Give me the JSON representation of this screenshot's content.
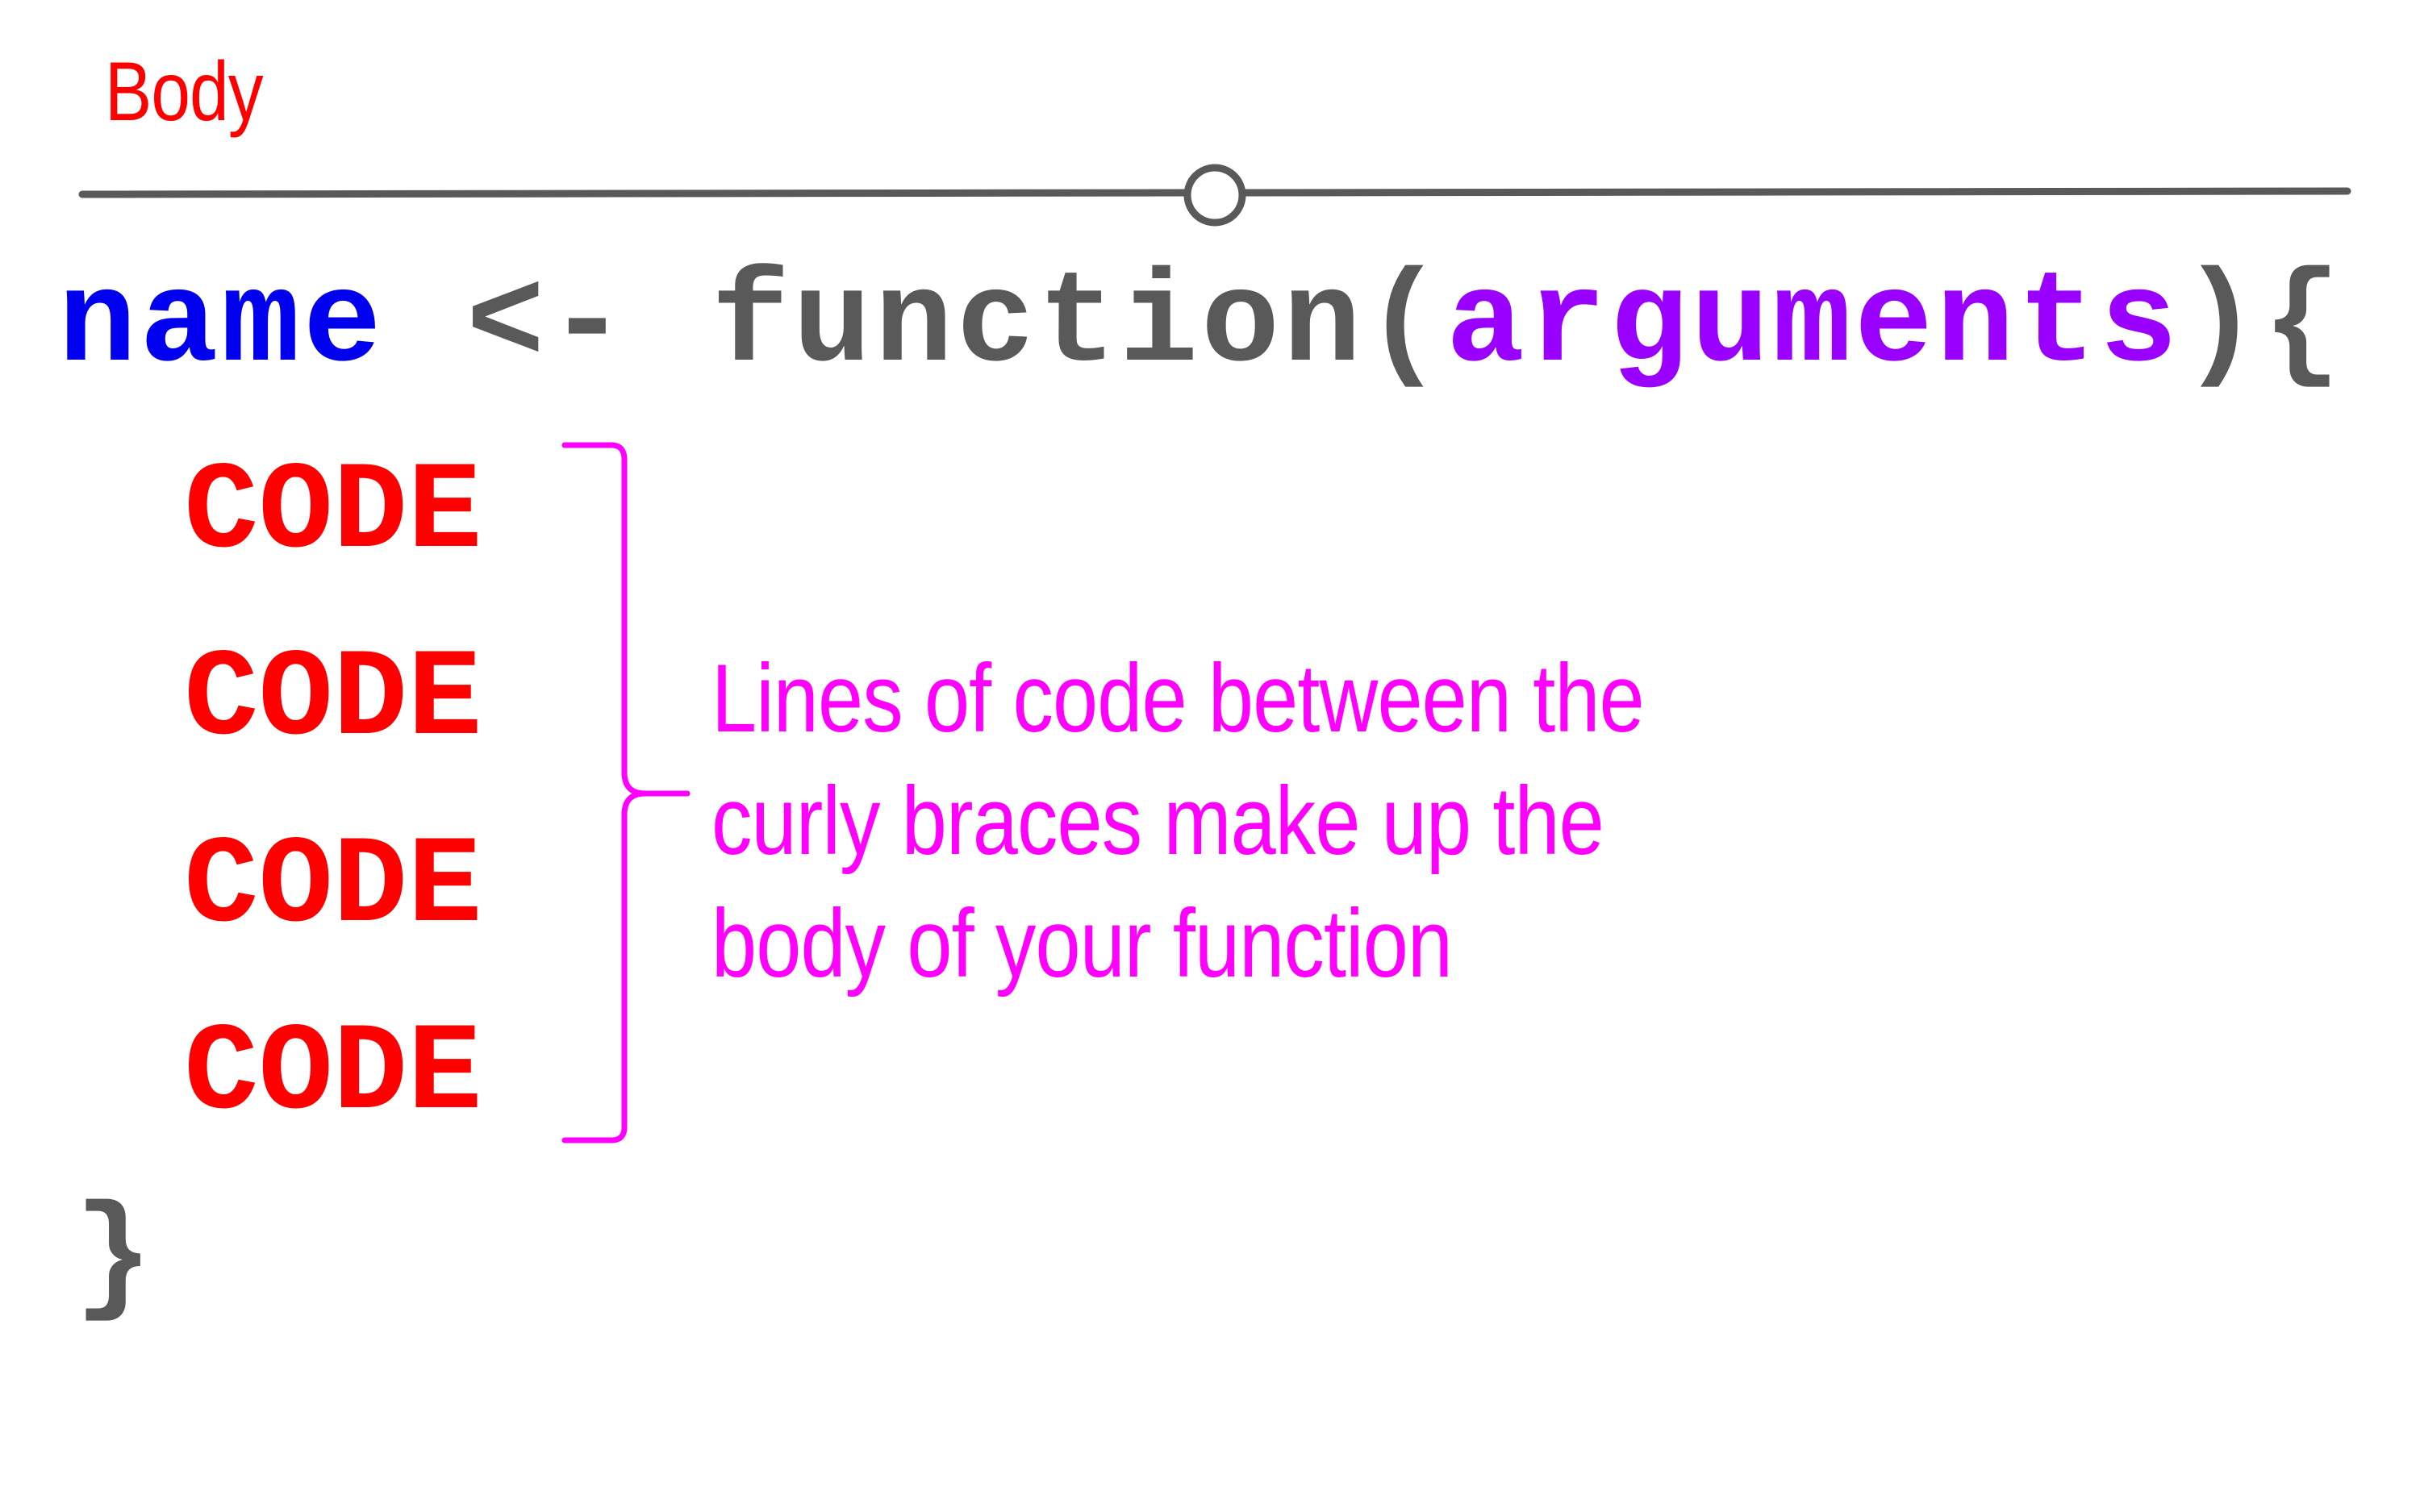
{
  "title": "Body",
  "signature": {
    "name": "name",
    "assign": " <- ",
    "keyword": "function",
    "open_paren": "(",
    "arguments": "arguments",
    "close_paren": ")",
    "open_brace": "{"
  },
  "code_lines": [
    "CODE",
    "CODE",
    "CODE",
    "CODE"
  ],
  "closing_brace": "}",
  "annotation": {
    "line1": "Lines of code between the",
    "line2": "curly braces make up the",
    "line3": "body of your function"
  },
  "colors": {
    "title": "#ff0000",
    "name": "#0000ee",
    "keyword": "#595959",
    "arguments": "#9900ff",
    "code": "#ff0000",
    "annotation": "#ff00ff",
    "divider": "#595959"
  }
}
